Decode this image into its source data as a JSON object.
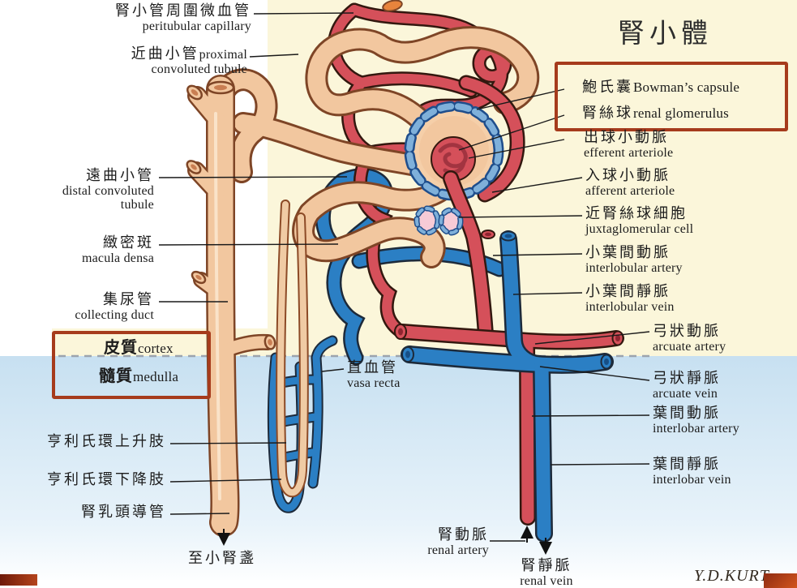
{
  "title": "腎小體",
  "signature": "Y.D.KURT",
  "labels": {
    "peritubular": {
      "zh": "腎小管周圍微血管",
      "en": "peritubular capillary"
    },
    "proximal": {
      "zh": "近曲小管",
      "en1": "proximal",
      "en2": "convoluted tubule"
    },
    "distal": {
      "zh": "遠曲小管",
      "en1": "distal convoluted",
      "en2": "tubule"
    },
    "macula": {
      "zh": "緻密斑",
      "en": "macula densa"
    },
    "collecting": {
      "zh": "集尿管",
      "en": "collecting duct"
    },
    "cortex": {
      "zh": "皮質",
      "en": "cortex"
    },
    "medulla": {
      "zh": "髓質",
      "en": "medulla"
    },
    "henle_asc": {
      "zh": "亨利氏環上升肢"
    },
    "henle_desc": {
      "zh": "亨利氏環下降肢"
    },
    "papillary": {
      "zh": "腎乳頭導管"
    },
    "to_calyx": {
      "zh": "至小腎盞"
    },
    "bowman": {
      "zh": "鮑氏囊",
      "en": "Bowman’s capsule"
    },
    "glomerulus": {
      "zh": "腎絲球",
      "en": "renal glomerulus"
    },
    "efferent": {
      "zh": "出球小動脈",
      "en": "efferent arteriole"
    },
    "afferent": {
      "zh": "入球小動脈",
      "en": "afferent arteriole"
    },
    "jg": {
      "zh": "近腎絲球細胞",
      "en": "juxtaglomerular cell"
    },
    "interlobular_a": {
      "zh": "小葉間動脈",
      "en": "interlobular artery"
    },
    "interlobular_v": {
      "zh": "小葉間靜脈",
      "en": "interlobular vein"
    },
    "arcuate_a": {
      "zh": "弓狀動脈",
      "en": "arcuate artery"
    },
    "arcuate_v": {
      "zh": "弓狀靜脈",
      "en": "arcuate vein"
    },
    "interlobar_a": {
      "zh": "葉間動脈",
      "en": "interlobar artery"
    },
    "interlobar_v": {
      "zh": "葉間靜脈",
      "en": "interlobar vein"
    },
    "vasa_recta": {
      "zh": "直血管",
      "en": "vasa recta"
    },
    "renal_a": {
      "zh": "腎動脈",
      "en": "renal artery"
    },
    "renal_v": {
      "zh": "腎靜脈",
      "en": "renal vein"
    }
  },
  "colors": {
    "artery": "#D5505A",
    "vein": "#2B7FC4",
    "tubule": "#F2C79F",
    "cortex_bg": "#FBF6DA",
    "medulla_bg": "#C7E0F1",
    "box_border": "#A63B1C",
    "capsule_bead": "#7FB0DA"
  }
}
